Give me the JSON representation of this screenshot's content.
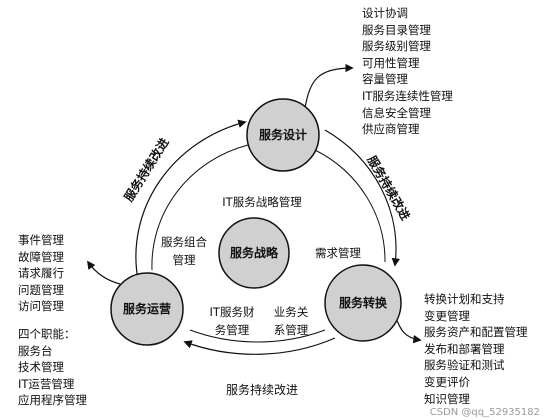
{
  "center": "服务战略",
  "stages": {
    "design": "服务设计",
    "transition": "服务转换",
    "operation": "服务运营"
  },
  "inner_processes": {
    "strategy_mgmt": "IT服务战略管理",
    "portfolio": [
      "服务组合",
      "管理"
    ],
    "demand": "需求管理",
    "finance": [
      "IT服务财",
      "务管理"
    ],
    "relationship": [
      "业务关",
      "系管理"
    ]
  },
  "csi": {
    "left": "服务持续改进",
    "right": "服务持续改进",
    "bottom": "服务持续改进"
  },
  "design_processes": [
    "设计协调",
    "服务目录管理",
    "服务级别管理",
    "可用性管理",
    "容量管理",
    "IT服务连续性管理",
    "信息安全管理",
    "供应商管理"
  ],
  "transition_processes": [
    "转换计划和支持",
    "变更管理",
    "服务资产和配置管理",
    "发布和部署管理",
    "服务验证和测试",
    "变更评价",
    "知识管理"
  ],
  "operation_processes": [
    "事件管理",
    "故障管理",
    "请求履行",
    "问题管理",
    "访问管理"
  ],
  "operation_functions_title": "四个职能：",
  "operation_functions": [
    "服务台",
    "技术管理",
    "IT运营管理",
    "应用程序管理"
  ],
  "watermark": "CSDN @qq_52935182",
  "colors": {
    "circle_fill": "#d0d0d0",
    "stroke": "#111111"
  }
}
